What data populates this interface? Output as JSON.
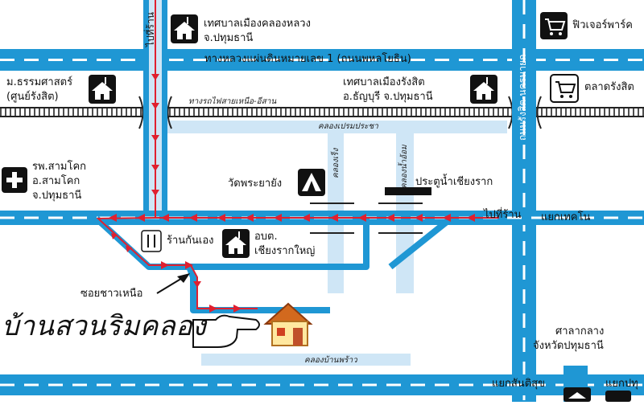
{
  "colors": {
    "road": "#1f97d4",
    "road_light": "#cfe6f6",
    "canal": "#cfe6f6",
    "route": "#e0202f",
    "rail": "#222222",
    "icon": "#111111"
  },
  "labels": {
    "highway": "ทางหลวงแผ่นดินหมายเลข 1 (ถนนพหลโยธิน)",
    "railway": "ทางรถไฟสายเหนือ-อีสาน",
    "canal_prem": "คลองเปรมประชา",
    "canal_rangsit": "คลองเร็ง",
    "canal_namom": "คลองน้ำอ้อม",
    "canal_banphrao": "คลองบ้านพร้าว",
    "to_rangsit_top": "ไปที่ร้าน",
    "to_rangsit_right": "ไปที่ร้าน",
    "road_vertical_right": "ถนนรังสิต-นครนายก",
    "junction_techno": "แยกเทคโน",
    "junction_santisuk": "แยกสันติสุข",
    "junction_right_partial": "แยกปทุ",
    "soi": "ซอยชาวเหนือ",
    "brand": "บ้านสวนริมคลอง"
  },
  "places": {
    "municipality_khlong_luang": {
      "line1": "เทศบาลเมืองคลองหลวง",
      "line2": "จ.ปทุมธานี",
      "icon": "government-building-icon"
    },
    "future_park": {
      "line1": "ฟิวเจอร์พาร์ค",
      "icon": "shopping-cart-icon"
    },
    "thammasat": {
      "line1": "ม.ธรรมศาสตร์",
      "line2": "(ศูนย์รังสิต)",
      "icon": "government-building-icon"
    },
    "municipality_rangsit": {
      "line1": "เทศบาลเมืองรังสิต",
      "line2": "อ.ธัญบุรี จ.ปทุมธานี",
      "icon": "government-building-icon"
    },
    "talad_rangsit": {
      "line1": "ตลาดรังสิต",
      "icon": "shopping-cart-icon"
    },
    "hospital": {
      "line1": "รพ.สามโคก",
      "line2": "อ.สามโคก",
      "line3": "จ.ปทุมธานี",
      "icon": "hospital-cross-icon"
    },
    "temple": {
      "line1": "วัดพระยายัง",
      "icon": "temple-icon"
    },
    "water_gate": {
      "line1": "ประตูน้ำเชียงราก"
    },
    "restaurant": {
      "line1": "ร้านกันเอง",
      "icon": "fork-knife-icon"
    },
    "tambon_office": {
      "line1": "อบต.",
      "line2": "เชียงรากใหญ่",
      "icon": "government-building-icon"
    },
    "provincial_court": {
      "line1": "ศาลากลาง",
      "line2": "จังหวัดปทุมธานี",
      "icon": "government-building-icon"
    }
  },
  "icons": [
    "house-icon",
    "pointing-hand-icon",
    "arrow-icon"
  ]
}
